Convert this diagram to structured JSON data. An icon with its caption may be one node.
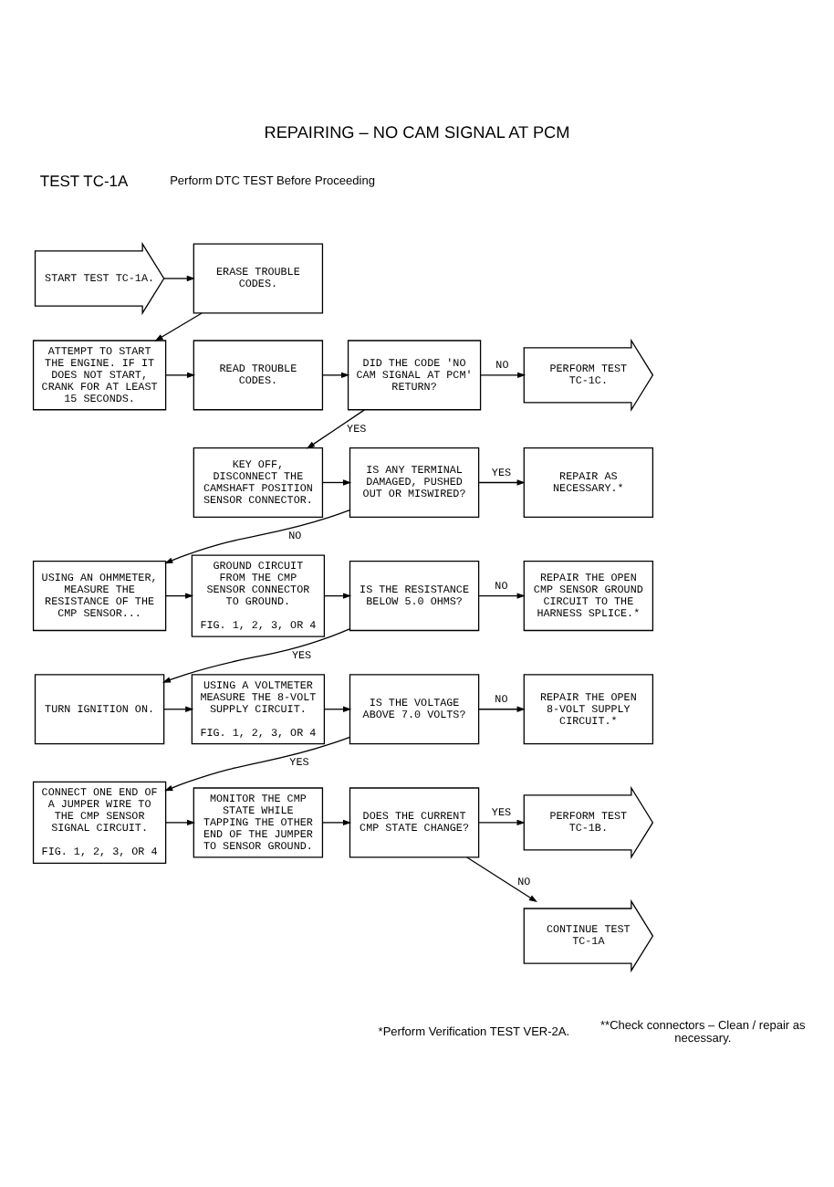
{
  "diagram": {
    "title": "REPAIRING – NO CAM SIGNAL AT PCM",
    "nodes": [
      {
        "text": [
          "START TEST TC-1A."
        ]
      },
      {
        "text": [
          "ERASE TROUBLE CODES."
        ]
      },
      {
        "text": [
          "ATTEMPT TO START THE ENGINE. IF IT DOES NOT START, CRANK FOR AT LEAST 15 SECONDS."
        ]
      },
      {
        "text": [
          "READ TROUBLE CODES."
        ]
      },
      {
        "text": [
          "DID THE CODE 'NO CAM SIGNAL AT PCM' RETURN?"
        ]
      },
      {
        "text": [
          "PERFORM TEST TC-1C."
        ]
      },
      {
        "text": [
          "KEY OFF, DISCONNECT THE CAMSHAFT POSITION SENSOR CONNECTOR."
        ]
      },
      {
        "text": [
          "IS ANY TERMINAL DAMAGED, PUSHED OUT OR MISWIRED?"
        ]
      },
      {
        "text": [
          "REPAIR AS NECESSARY.*"
        ]
      },
      {
        "text": [
          "USING AN OHMMETER, MEASURE THE RESISTANCE OF THE CMP SENSOR..."
        ]
      },
      {
        "text": [
          "GROUND CIRCUIT FROM THE CMP SENSOR CONNECTOR TO GROUND.",
          "FIG. 1, 2, 3, OR 4"
        ]
      },
      {
        "text": [
          "IS THE RESISTANCE BELOW 5.0 OHMS?"
        ]
      },
      {
        "text": [
          "REPAIR THE OPEN CMP SENSOR GROUND CIRCUIT TO THE HARNESS SPLICE.*"
        ]
      },
      {
        "text": [
          "TURN IGNITION ON."
        ]
      },
      {
        "text": [
          "USING A VOLTMETER MEASURE THE 8-VOLT SUPPLY CIRCUIT.",
          "FIG. 1, 2, 3, OR 4"
        ]
      },
      {
        "text": [
          "IS THE VOLTAGE ABOVE 7.0 VOLTS?"
        ]
      },
      {
        "text": [
          "REPAIR THE OPEN 8-VOLT SUPPLY CIRCUIT.*"
        ]
      },
      {
        "text": [
          "CONNECT ONE END OF A JUMPER WIRE TO THE CMP SENSOR SIGNAL CIRCUIT.",
          "FIG. 1, 2, 3, OR 4"
        ]
      },
      {
        "text": [
          "MONITOR THE CMP STATE WHILE TAPPING THE OTHER END OF THE JUMPER TO SENSOR GROUND."
        ]
      },
      {
        "text": [
          "DOES THE CURRENT CMP STATE CHANGE?"
        ]
      },
      {
        "text": [
          "PERFORM TEST TC-1B."
        ]
      },
      {
        "text": [
          "CONTINUE TEST TC-1A"
        ]
      }
    ],
    "edges": [
      {
        "from": 0,
        "to": 1,
        "arrow": "to"
      },
      {
        "from": 1,
        "to": 2,
        "arrow": "to"
      },
      {
        "from": 2,
        "to": 3,
        "arrow": "to"
      },
      {
        "from": 3,
        "to": 4,
        "arrow": "to"
      },
      {
        "from": 4,
        "to": 5,
        "arrow": "to",
        "label": "NO"
      },
      {
        "from": 4,
        "to": 6,
        "arrow": "to",
        "label": "YES"
      },
      {
        "from": 6,
        "to": 7,
        "arrow": "to"
      },
      {
        "from": 7,
        "to": 8,
        "arrow": "to",
        "label": "YES"
      },
      {
        "from": 7,
        "to": 9,
        "arrow": "to",
        "label": "NO"
      },
      {
        "from": 9,
        "to": 10,
        "arrow": "to"
      },
      {
        "from": 10,
        "to": 11,
        "arrow": "to"
      },
      {
        "from": 11,
        "to": 12,
        "arrow": "to",
        "label": "NO"
      },
      {
        "from": 11,
        "to": 13,
        "arrow": "to",
        "label": "YES"
      },
      {
        "from": 13,
        "to": 14,
        "arrow": "to"
      },
      {
        "from": 14,
        "to": 15,
        "arrow": "to"
      },
      {
        "from": 15,
        "to": 16,
        "arrow": "to",
        "label": "NO"
      },
      {
        "from": 15,
        "to": 17,
        "arrow": "to",
        "label": "YES"
      },
      {
        "from": 17,
        "to": 18,
        "arrow": "to"
      },
      {
        "from": 18,
        "to": 19,
        "arrow": "to"
      },
      {
        "from": 19,
        "to": 20,
        "arrow": "to",
        "label": "YES"
      },
      {
        "from": 19,
        "to": 21,
        "arrow": "to",
        "label": "NO"
      }
    ],
    "labels": [
      "TEST TC-1A",
      "Perform DTC TEST Before Proceeding",
      "*Perform Verification TEST VER-2A.",
      "**Check connectors – Clean / repair as necessary."
    ]
  }
}
